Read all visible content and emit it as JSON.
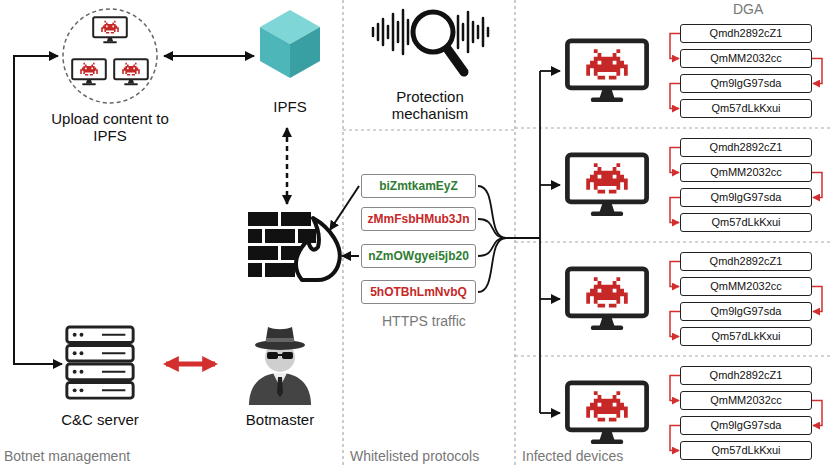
{
  "diagram": {
    "nodes": [
      {
        "text": [
          "Upload content to IPFS"
        ]
      },
      {
        "text": [
          "IPFS"
        ]
      },
      {
        "text": [
          "Protection mechanism"
        ]
      },
      {
        "text": [
          "biZmtkamEyZ"
        ]
      },
      {
        "text": [
          "zMmFsbHMub3Jn"
        ]
      },
      {
        "text": [
          "nZmOWgyei5jb20"
        ]
      },
      {
        "text": [
          "5hOTBhLmNvbQ"
        ]
      },
      {
        "text": [
          "C&C server"
        ]
      },
      {
        "text": [
          "Botmaster"
        ]
      },
      {
        "text": [
          "Qmdh2892cZ1"
        ]
      },
      {
        "text": [
          "QmMM2032cc"
        ]
      },
      {
        "text": [
          "Qm9lgG97sda"
        ]
      },
      {
        "text": [
          "Qm57dLkKxui"
        ]
      },
      {
        "text": [
          "Qmdh2892cZ1"
        ]
      },
      {
        "text": [
          "QmMM2032cc"
        ]
      },
      {
        "text": [
          "Qm9lgG97sda"
        ]
      },
      {
        "text": [
          "Qm57dLkKxui"
        ]
      },
      {
        "text": [
          "Qmdh2892cZ1"
        ]
      },
      {
        "text": [
          "QmMM2032cc"
        ]
      },
      {
        "text": [
          "Qm9lgG97sda"
        ]
      },
      {
        "text": [
          "Qm57dLkKxui"
        ]
      },
      {
        "text": [
          "Qmdh2892cZ1"
        ]
      },
      {
        "text": [
          "QmMM2032cc"
        ]
      },
      {
        "text": [
          "Qm9lgG97sda"
        ]
      },
      {
        "text": [
          "Qm57dLkKxui"
        ]
      }
    ],
    "edges": [
      {
        "from": 0,
        "to": 1,
        "arrow": "both"
      },
      {
        "from": 0,
        "to": 7,
        "arrow": "both"
      },
      {
        "from": 7,
        "to": 8,
        "arrow": "both"
      },
      {
        "from": 9,
        "to": 10,
        "arrow": "to"
      },
      {
        "from": 10,
        "to": 11,
        "arrow": "to"
      },
      {
        "from": 11,
        "to": 12,
        "arrow": "to"
      },
      {
        "from": 13,
        "to": 14,
        "arrow": "to"
      },
      {
        "from": 14,
        "to": 15,
        "arrow": "to"
      },
      {
        "from": 15,
        "to": 16,
        "arrow": "to"
      },
      {
        "from": 17,
        "to": 18,
        "arrow": "to"
      },
      {
        "from": 18,
        "to": 19,
        "arrow": "to"
      },
      {
        "from": 19,
        "to": 20,
        "arrow": "to"
      },
      {
        "from": 21,
        "to": 22,
        "arrow": "to"
      },
      {
        "from": 22,
        "to": 23,
        "arrow": "to"
      },
      {
        "from": 23,
        "to": 24,
        "arrow": "to"
      }
    ],
    "labels": [
      "HTTPS traffic",
      "DGA",
      "Botnet management",
      "Whitelisted protocols",
      "Infected devices"
    ]
  }
}
